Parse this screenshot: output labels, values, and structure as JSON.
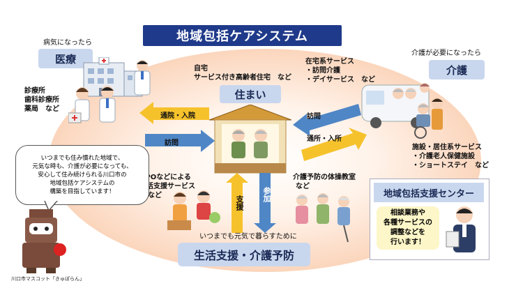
{
  "title": "地域包括ケアシステム",
  "iryo": {
    "caption": "病気になったら",
    "label": "医療",
    "facilities": [
      "診療所",
      "歯科診療所",
      "薬局　など"
    ]
  },
  "kaigo": {
    "caption": "介護が必要になったら",
    "label": "介護",
    "home_services": [
      "在宅系サービス",
      "・訪問介護",
      "・デイサービス　など"
    ],
    "facility_services": [
      "施設・居住系サービス",
      "・介護老人保健施設",
      "・ショートステイ　など"
    ]
  },
  "sumai": {
    "label": "住まい",
    "desc": [
      "自宅",
      "サービス付き高齢者住宅　など"
    ]
  },
  "arrows": {
    "tsuin": "通院・入院",
    "houmon_left": "訪問",
    "houmon_right": "訪問",
    "tsusho": "通所・入所",
    "shien": "支援",
    "sanka": "参加"
  },
  "npo": [
    "NPOなどによる",
    "生活支援サービス",
    "など"
  ],
  "yobo": [
    "介護予防の体操教室",
    "など"
  ],
  "bottom_caption": "いつまでも元気で暮らすために",
  "bottom_label": "生活支援・介護予防",
  "speech": [
    "いつまでも住み慣れた地域で、",
    "元気な時も、介護が必要になっても、",
    "安心して住み続けられる川口市の",
    "地域包括ケアシステムの",
    "構築を目指しています！"
  ],
  "center": {
    "title": "地域包括支援センター",
    "lines": [
      "相談業務や",
      "各種サービスの",
      "調整などを",
      "行います！"
    ]
  },
  "mascot": "川口市マスコット「きゅぽらん」"
}
